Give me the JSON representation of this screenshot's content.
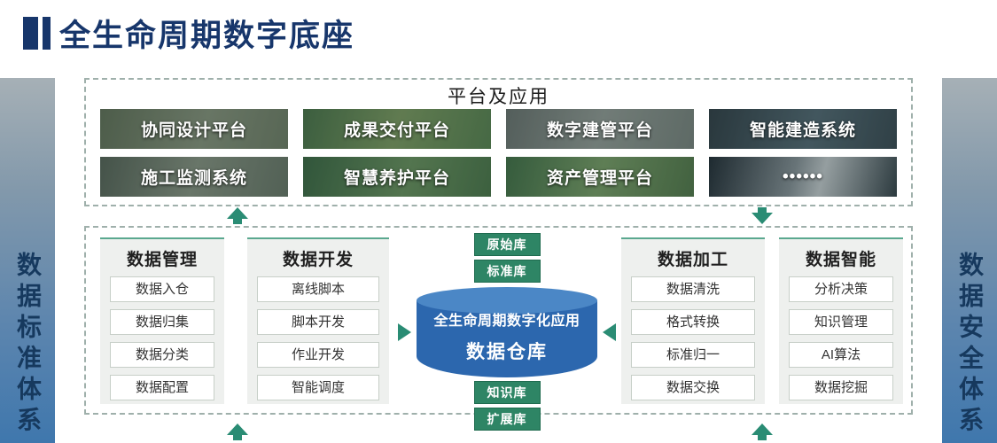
{
  "title": "全生命周期数字底座",
  "pillars": {
    "left": "数据标准体系",
    "right": "数据安全体系"
  },
  "platforms": {
    "header": "平台及应用",
    "tiles": [
      {
        "label": "协同设计平台"
      },
      {
        "label": "成果交付平台"
      },
      {
        "label": "数字建管平台"
      },
      {
        "label": "智能建造系统"
      },
      {
        "label": "施工监测系统"
      },
      {
        "label": "智慧养护平台"
      },
      {
        "label": "资产管理平台"
      },
      {
        "label": "••••••"
      }
    ]
  },
  "pipeline": {
    "columns": [
      {
        "title": "数据管理",
        "items": [
          "数据入仓",
          "数据归集",
          "数据分类",
          "数据配置"
        ]
      },
      {
        "title": "数据开发",
        "items": [
          "离线脚本",
          "脚本开发",
          "作业开发",
          "智能调度"
        ]
      },
      {
        "title": "数据加工",
        "items": [
          "数据清洗",
          "格式转换",
          "标准归一",
          "数据交换"
        ]
      },
      {
        "title": "数据智能",
        "items": [
          "分析决策",
          "知识管理",
          "AI算法",
          "数据挖掘"
        ]
      }
    ],
    "center": {
      "top_badges": [
        "原始库",
        "标准库"
      ],
      "cylinder_title": "全生命周期数字化应用",
      "cylinder_name": "数据仓库",
      "bottom_badges": [
        "知识库",
        "扩展库"
      ]
    }
  },
  "colors": {
    "accent_teal": "#2a8c74",
    "navy": "#17366b",
    "cylinder_blue": "#2c67ae",
    "badge_green": "#2e8565"
  }
}
